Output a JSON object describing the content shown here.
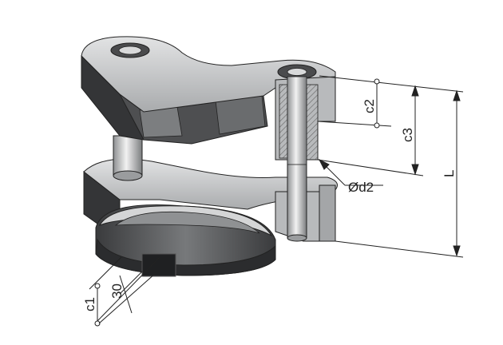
{
  "diagram": {
    "labels": {
      "c2": "c2",
      "c3": "c3",
      "L": "L",
      "d2": "Ød2",
      "c1": "c1",
      "thirty": "30"
    },
    "colors": {
      "metal_light": "#c8cacc",
      "metal_mid": "#9a9c9e",
      "metal_dark": "#4a4b4d",
      "rubber": "#2b2c2e",
      "line": "#222222",
      "hatch": "#666666"
    }
  }
}
